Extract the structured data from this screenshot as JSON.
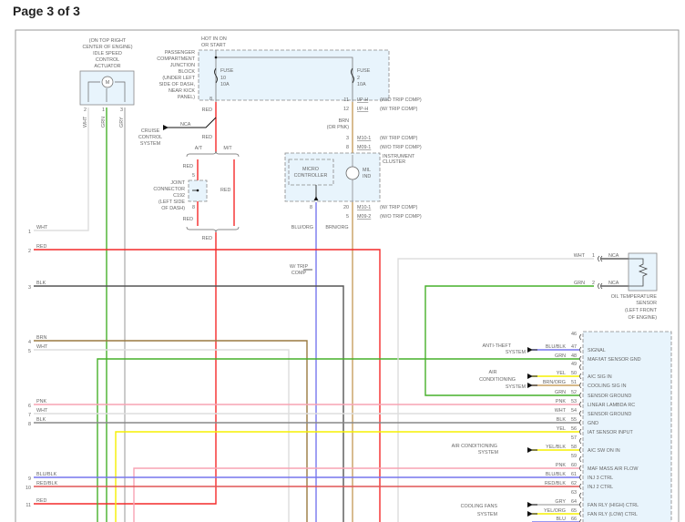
{
  "page_title": "Page 3 of 3",
  "wire_colors": {
    "RED": "#f42a2a",
    "WHT": "#dddddd",
    "GRN": "#46b02a",
    "GRY": "#b5b5b5",
    "BLK": "#555555",
    "BLK_LIGHT": "#888888",
    "BRN": "#9a7a40",
    "TAN": "#c8a060",
    "PNK": "#f7a3b4",
    "YEL": "#f5f000",
    "BLU": "#7777ee",
    "RED_BLK": "#e05555",
    "module_fill": "#e8f4fc"
  },
  "actuator": {
    "lines": [
      "(ON TOP RIGHT",
      "CENTER OF ENGINE)",
      "IDLE SPEED",
      "CONTROL",
      "ACTUATOR"
    ],
    "motor": "M",
    "pins": [
      {
        "num": "2",
        "wire": "WHT"
      },
      {
        "num": "1",
        "wire": "GRN"
      },
      {
        "num": "3",
        "wire": "GRY"
      }
    ]
  },
  "junction_block": {
    "hot": [
      "HOT IN ON",
      "OR START"
    ],
    "lines": [
      "PASSENGER",
      "COMPARTMENT",
      "JUNCTION",
      "BLOCK",
      "(UNDER LEFT",
      "SIDE OF DASH,",
      "NEAR KICK",
      "PANEL)"
    ],
    "fuse_a": [
      "FUSE",
      "10",
      "10A"
    ],
    "fuse_b": [
      "FUSE",
      "2",
      "10A"
    ],
    "pin": "8",
    "wire": "RED"
  },
  "cruise": {
    "nca": "NCA",
    "lines": [
      "CRUISE",
      "CONTROL",
      "SYSTEM"
    ]
  },
  "transmission": {
    "at": "A/T",
    "mt": "M/T"
  },
  "joint_connector": {
    "lines": [
      "JOINT",
      "CONNECTOR",
      "C192",
      "(LEFT SIDE",
      "OF DASH)"
    ],
    "pin_top": "5",
    "pin_bottom": "8"
  },
  "fuse2_circuit": {
    "rows": [
      {
        "pin": "11",
        "conn": "I/P-H",
        "note": "(W/O TRIP COMP)"
      },
      {
        "pin": "12",
        "conn": "I/P-H",
        "note": "(W/ TRIP COMP)"
      },
      {
        "pin": "3",
        "conn": "M10-1",
        "note": "(W/ TRIP COMP)"
      },
      {
        "pin": "8",
        "conn": "M09-1",
        "note": "(W/O TRIP COMP)"
      },
      {
        "pin": "20",
        "conn": "M10-1",
        "note": "(W/ TRIP COMP)"
      },
      {
        "pin": "5",
        "conn": "M09-2",
        "note": "(W/O TRIP COMP)"
      }
    ],
    "wire": [
      "BRN",
      "(OR PNK)"
    ]
  },
  "instrument_cluster": {
    "lines": [
      "INSTRUMENT",
      "CLUSTER"
    ],
    "micro": [
      "MICRO",
      "CONTROLLER"
    ],
    "mil": [
      "MIL",
      "IND"
    ],
    "micro_pin": "8",
    "wire_blue": "BLU/ORG",
    "wire_tan": "BRN/ORG",
    "trip_note": [
      "W/ TRIP",
      "COMP"
    ]
  },
  "left_rows": [
    {
      "num": "1",
      "wire": "WHT"
    },
    {
      "num": "2",
      "wire": "RED"
    },
    {
      "num": "3",
      "wire": "BLK"
    },
    {
      "num": "4",
      "wire": "BRN"
    },
    {
      "num": "5",
      "wire": "WHT"
    },
    {
      "num": "6",
      "wire": "PNK"
    },
    {
      "num": "7",
      "wire": "WHT"
    },
    {
      "num": "8",
      "wire": "BLK"
    },
    {
      "num": "9",
      "wire": "BLU/BLK"
    },
    {
      "num": "10",
      "wire": "RED/BLK"
    },
    {
      "num": "11",
      "wire": "RED"
    }
  ],
  "oil_sensor": {
    "pins": [
      {
        "num": "1",
        "wire": "WHT",
        "nca": "NCA"
      },
      {
        "num": "2",
        "wire": "GRN",
        "nca": "NCA"
      }
    ],
    "lines": [
      "OIL TEMPERATURE",
      "SENSOR",
      "(LEFT FRONT",
      "OF ENGINE)"
    ]
  },
  "systems": {
    "anti_theft": [
      "ANTI-THEFT",
      "SYSTEM"
    ],
    "air_conditioning": [
      "AIR",
      "CONDITIONING",
      "SYSTEM"
    ],
    "air_conditioning_2": [
      "AIR CONDITIONING",
      "SYSTEM"
    ],
    "cooling_fans": [
      "COOLING FANS",
      "SYSTEM"
    ]
  },
  "module_pins": [
    {
      "num": "46",
      "wire": "",
      "label": ""
    },
    {
      "num": "47",
      "wire": "BLU/BLK",
      "label": "SIGNAL"
    },
    {
      "num": "48",
      "wire": "GRN",
      "label": "MAF/IAT SENSOR GND"
    },
    {
      "num": "49",
      "wire": "",
      "label": ""
    },
    {
      "num": "50",
      "wire": "YEL",
      "label": "A/C SIG IN"
    },
    {
      "num": "51",
      "wire": "BRN/ORG",
      "label": "COOLING SIG IN"
    },
    {
      "num": "52",
      "wire": "GRN",
      "label": "SENSOR GROUND"
    },
    {
      "num": "53",
      "wire": "PNK",
      "label": "LINEAR LAMBDA RC"
    },
    {
      "num": "54",
      "wire": "WHT",
      "label": "SENSOR GROUND"
    },
    {
      "num": "55",
      "wire": "BLK",
      "label": "GND"
    },
    {
      "num": "56",
      "wire": "YEL",
      "label": "IAT SENSOR INPUT"
    },
    {
      "num": "57",
      "wire": "",
      "label": ""
    },
    {
      "num": "58",
      "wire": "YEL/BLK",
      "label": "A/C SW ON IN"
    },
    {
      "num": "59",
      "wire": "",
      "label": ""
    },
    {
      "num": "60",
      "wire": "PNK",
      "label": "MAF MASS AIR FLOW"
    },
    {
      "num": "61",
      "wire": "BLU/BLK",
      "label": "INJ 3 CTRL"
    },
    {
      "num": "62",
      "wire": "RED/BLK",
      "label": "INJ 2 CTRL"
    },
    {
      "num": "63",
      "wire": "",
      "label": ""
    },
    {
      "num": "64",
      "wire": "GRY",
      "label": "FAN RLY (HIGH) CTRL"
    },
    {
      "num": "65",
      "wire": "YEL/ORG",
      "label": "FAN RLY (LOW) CTRL"
    },
    {
      "num": "66",
      "wire": "BLU",
      "label": ""
    }
  ]
}
